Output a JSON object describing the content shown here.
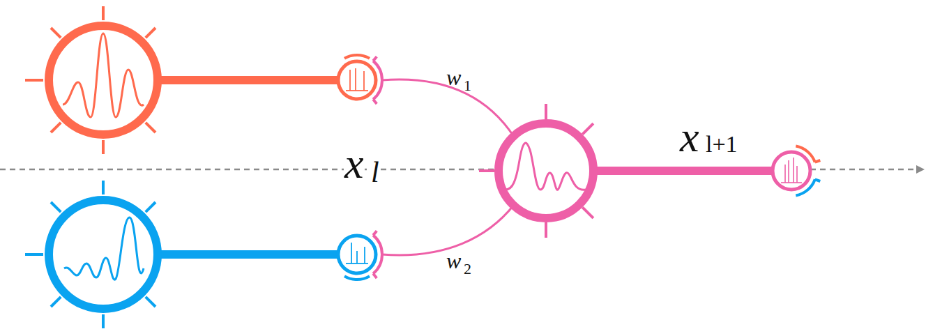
{
  "diagram": {
    "labels": [
      "w",
      "1",
      "x",
      "l",
      "x",
      "l+1",
      "w",
      "2"
    ]
  }
}
